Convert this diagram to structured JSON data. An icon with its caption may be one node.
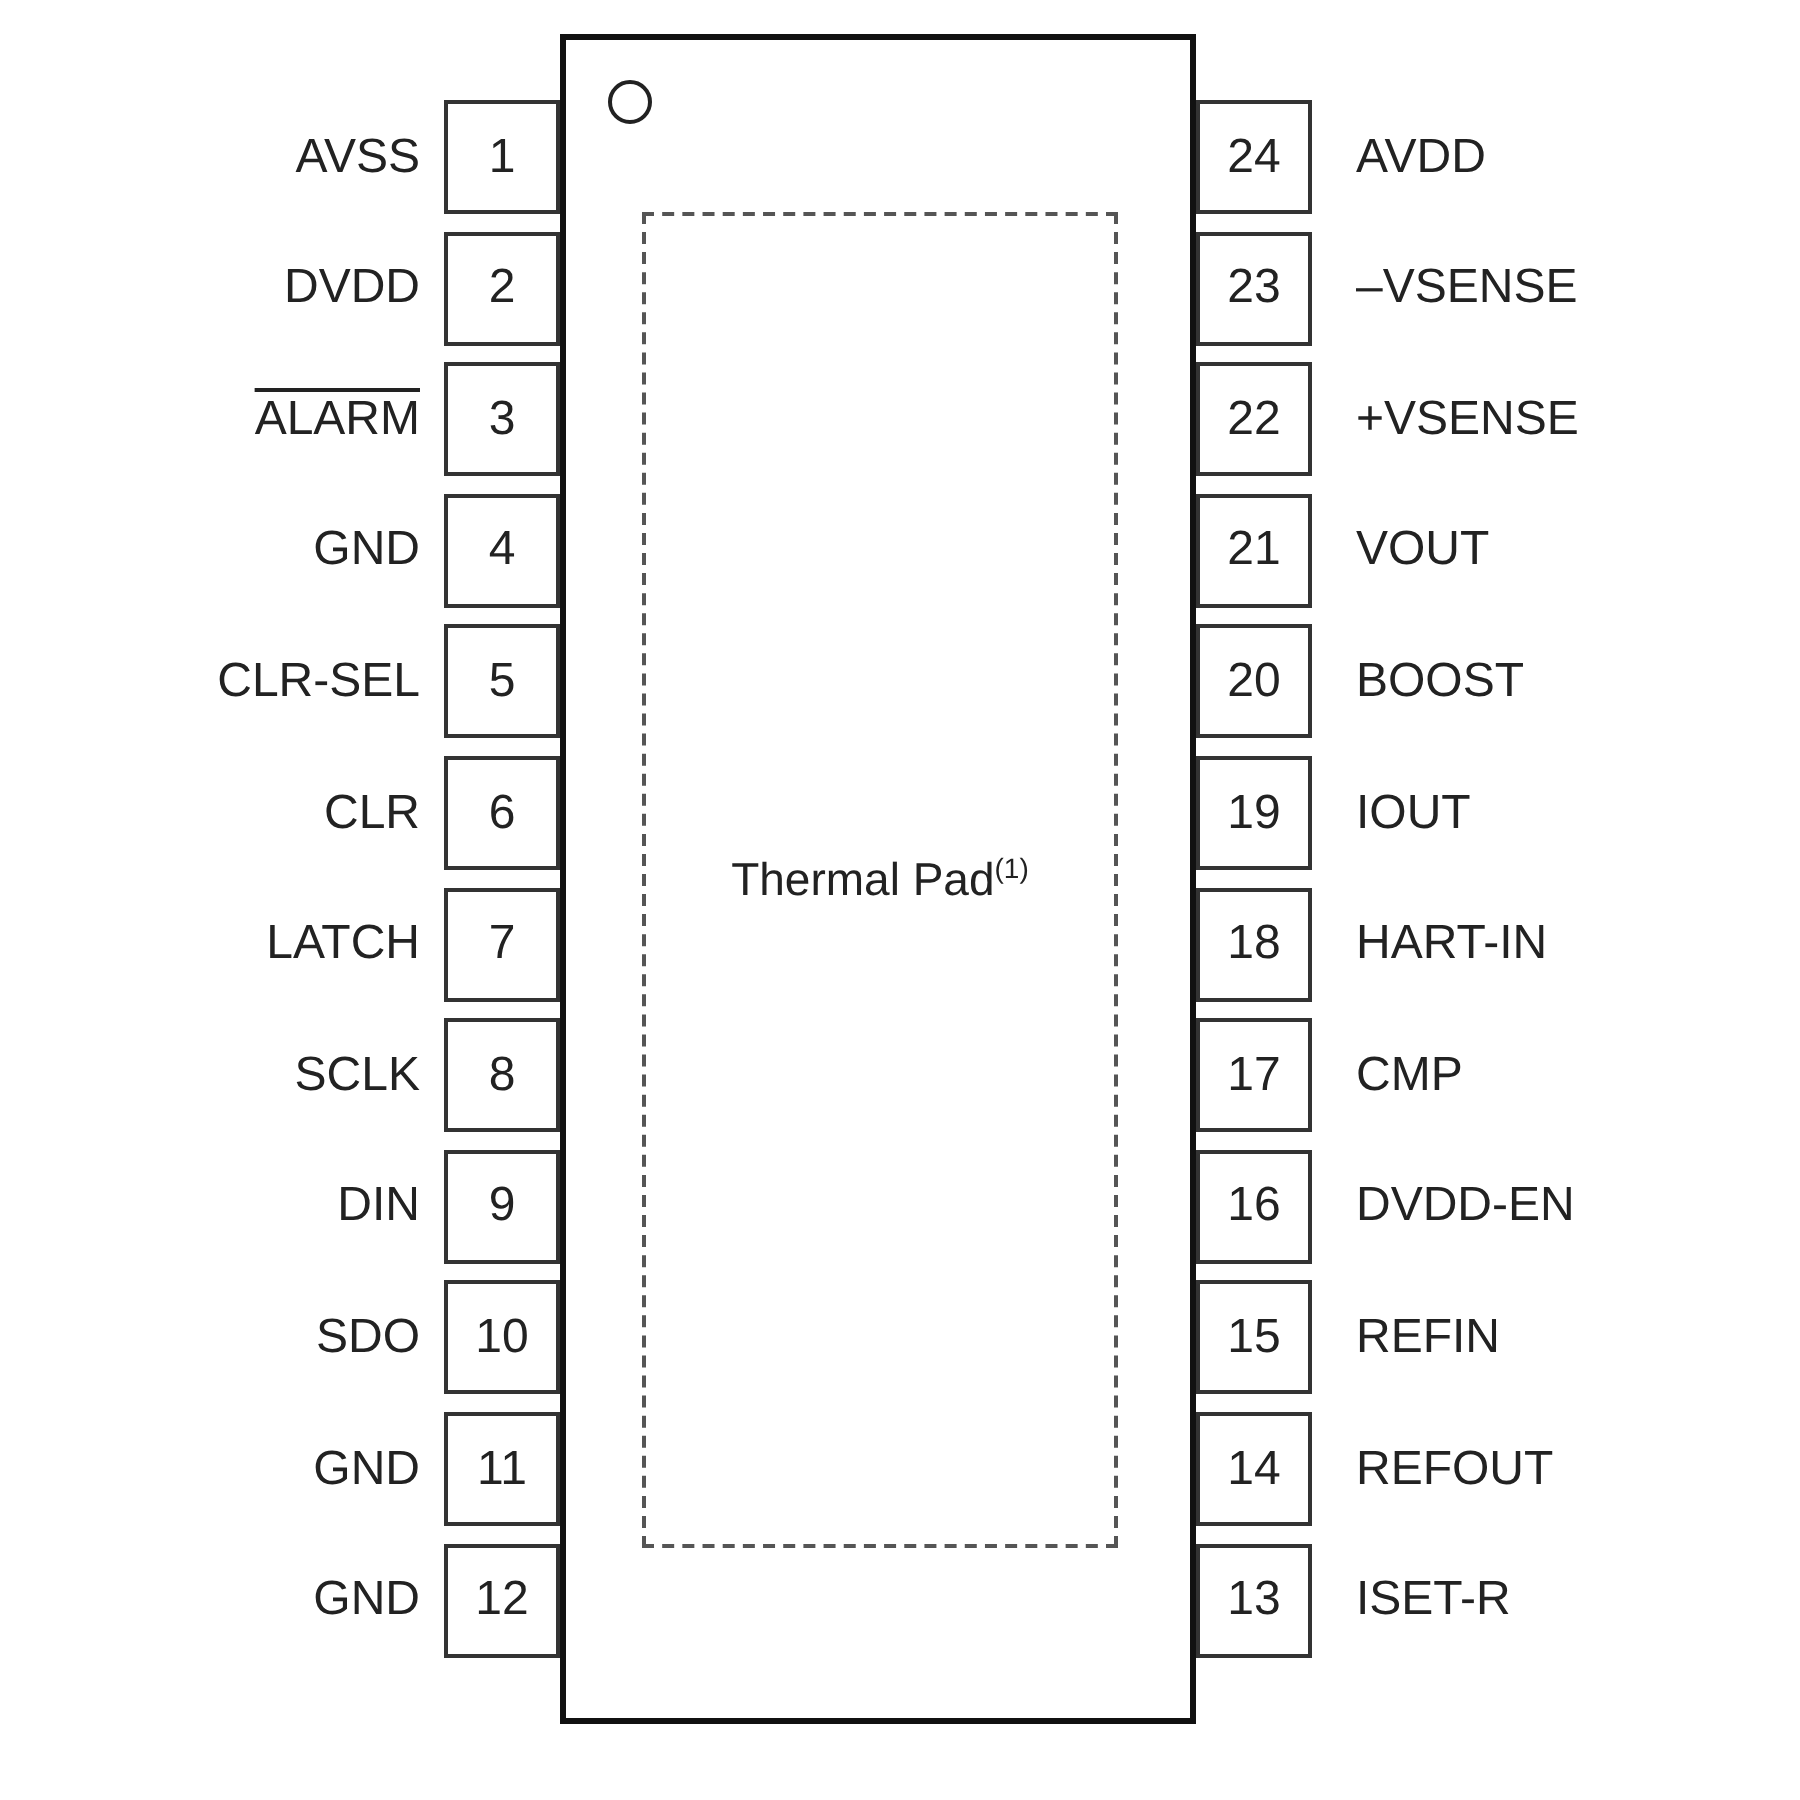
{
  "diagram": {
    "nodes": [
      {
        "text": [],
        "shape": "box"
      },
      {
        "text": [
          "Thermal Pad$^{(1)}$"
        ],
        "in": 0
      },
      {
        "text": [
          "1"
        ],
        "beside": [
          "AVSS"
        ]
      },
      {
        "text": [
          "2"
        ],
        "beside": [
          "DVDD"
        ]
      },
      {
        "text": [
          "3"
        ],
        "beside": [
          "ALARM"
        ]
      },
      {
        "text": [
          "4"
        ],
        "beside": [
          "GND"
        ]
      },
      {
        "text": [
          "5"
        ],
        "beside": [
          "CLR-SEL"
        ]
      },
      {
        "text": [
          "6"
        ],
        "beside": [
          "CLR"
        ]
      },
      {
        "text": [
          "7"
        ],
        "beside": [
          "LATCH"
        ]
      },
      {
        "text": [
          "8"
        ],
        "beside": [
          "SCLK"
        ]
      },
      {
        "text": [
          "9"
        ],
        "beside": [
          "DIN"
        ]
      },
      {
        "text": [
          "10"
        ],
        "beside": [
          "SDO"
        ]
      },
      {
        "text": [
          "11"
        ],
        "beside": [
          "GND"
        ]
      },
      {
        "text": [
          "12"
        ],
        "beside": [
          "GND"
        ]
      },
      {
        "text": [
          "13"
        ],
        "beside": [
          "ISET-R"
        ]
      },
      {
        "text": [
          "14"
        ],
        "beside": [
          "REFOUT"
        ]
      },
      {
        "text": [
          "15"
        ],
        "beside": [
          "REFIN"
        ]
      },
      {
        "text": [
          "16"
        ],
        "beside": [
          "DVDD-EN"
        ]
      },
      {
        "text": [
          "17"
        ],
        "beside": [
          "CMP"
        ]
      },
      {
        "text": [
          "18"
        ],
        "beside": [
          "HART-IN"
        ]
      },
      {
        "text": [
          "19"
        ],
        "beside": [
          "IOUT"
        ]
      },
      {
        "text": [
          "20"
        ],
        "beside": [
          "BOOST"
        ]
      },
      {
        "text": [
          "21"
        ],
        "beside": [
          "VOUT"
        ]
      },
      {
        "text": [
          "22"
        ],
        "beside": [
          "+VSENSE"
        ]
      },
      {
        "text": [
          "23"
        ],
        "beside": [
          "–VSENSE"
        ]
      },
      {
        "text": [
          "24"
        ],
        "beside": [
          "AVDD"
        ]
      }
    ]
  }
}
